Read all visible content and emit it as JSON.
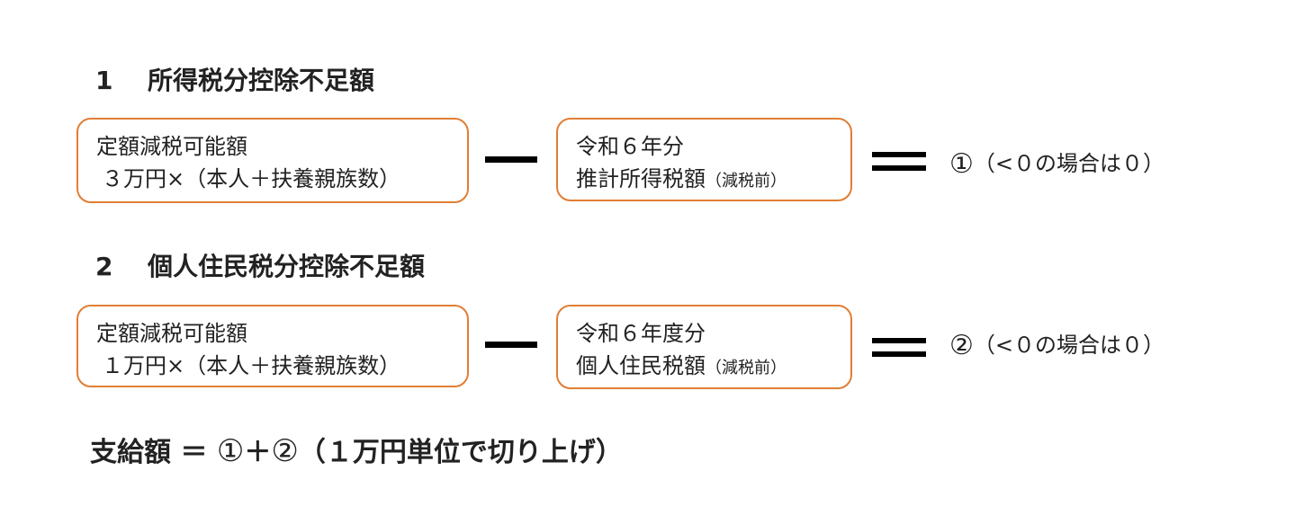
{
  "section1": {
    "number": "1",
    "title": "所得税分控除不足額",
    "left_box": {
      "line1": "定額減税可能額",
      "line2": "３万円×（本人＋扶養親族数）"
    },
    "right_box": {
      "line1": "令和６年分",
      "line2_main": "推計所得税額",
      "line2_small": "（減税前）"
    },
    "result_symbol": "①",
    "result_text": "（<０の場合は０）"
  },
  "section2": {
    "number": "2",
    "title": "個人住民税分控除不足額",
    "left_box": {
      "line1": "定額減税可能額",
      "line2": "１万円×（本人＋扶養親族数）"
    },
    "right_box": {
      "line1": "令和６年度分",
      "line2_main": "個人住民税額",
      "line2_small": "（減税前）"
    },
    "result_symbol": "②",
    "result_text": "（<０の場合は０）"
  },
  "summary": {
    "label": "支給額",
    "equals": "＝",
    "term1": "①",
    "plus": "＋",
    "term2": "②",
    "note": "（１万円単位で切り上げ）"
  },
  "colors": {
    "box_border": "#E07E35",
    "operator": "#000000",
    "text": "#222222"
  }
}
